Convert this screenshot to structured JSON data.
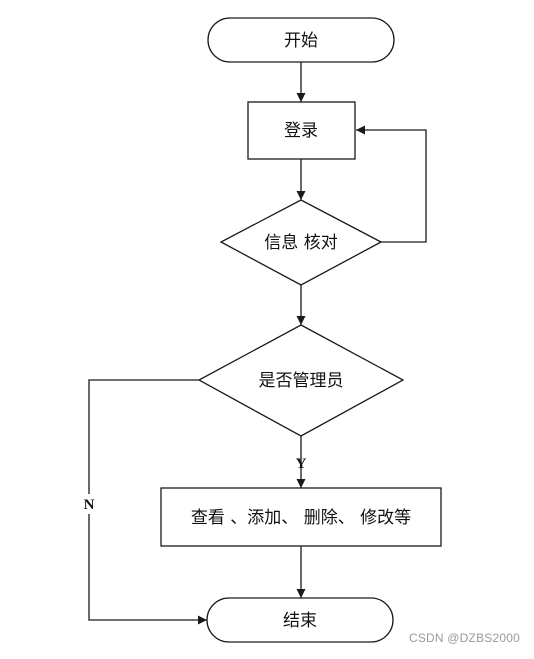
{
  "nodes": {
    "start": {
      "label": "开始"
    },
    "login": {
      "label": "登录"
    },
    "verify": {
      "label": "信息 核对"
    },
    "is_admin": {
      "label": "是否管理员"
    },
    "actions": {
      "label": "查看 、添加、 删除、 修改等"
    },
    "end": {
      "label": "结束"
    }
  },
  "edges": {
    "admin_yes": {
      "label": "Y"
    },
    "admin_no": {
      "label": "N"
    }
  },
  "watermark": "CSDN @DZBS2000"
}
